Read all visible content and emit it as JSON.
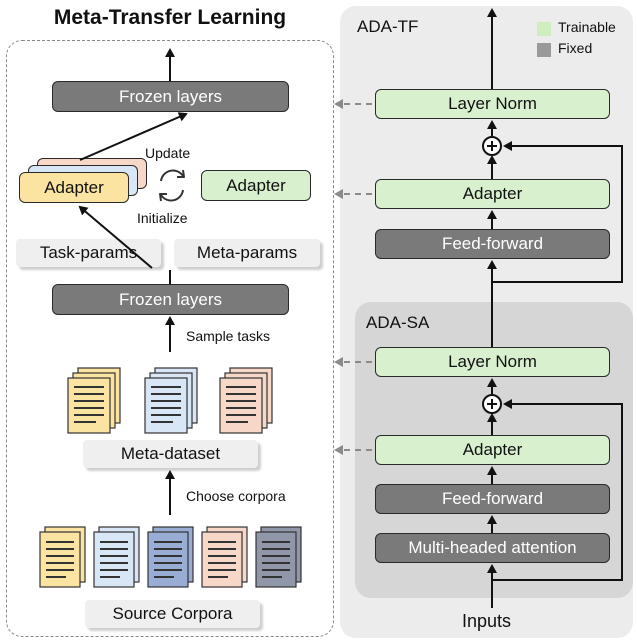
{
  "title": "Meta-Transfer Learning",
  "left": {
    "frozen_top": "Frozen layers",
    "frozen_mid": "Frozen layers",
    "adapter_left": "Adapter",
    "adapter_right": "Adapter",
    "update": "Update",
    "initialize": "Initialize",
    "task_params": "Task-params",
    "meta_params": "Meta-params",
    "sample_tasks": "Sample tasks",
    "meta_dataset": "Meta-dataset",
    "choose_corpora": "Choose corpora",
    "source_corpora": "Source Corpora"
  },
  "tf": {
    "title": "ADA-TF",
    "layer_norm": "Layer Norm",
    "adapter": "Adapter",
    "feed_forward": "Feed-forward"
  },
  "sa": {
    "title": "ADA-SA",
    "layer_norm": "Layer Norm",
    "adapter": "Adapter",
    "feed_forward": "Feed-forward",
    "attention": "Multi-headed attention"
  },
  "legend": {
    "trainable": "Trainable",
    "fixed": "Fixed",
    "trainable_color": "#d9f0cf",
    "fixed_color": "#9a9a9a"
  },
  "inputs": "Inputs",
  "colors": {
    "doc_yellow": "#fbe3a1",
    "doc_blue": "#d8e6f6",
    "doc_darkblue": "#98acd4",
    "doc_pink": "#f7d7c7",
    "doc_slate": "#8f97a8"
  }
}
